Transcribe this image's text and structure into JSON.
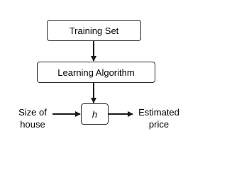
{
  "diagram": {
    "nodes": {
      "training_set": "Training Set",
      "learning_algorithm": "Learning Algorithm",
      "hypothesis": "h"
    },
    "input_label": "Size of\nhouse",
    "output_label": "Estimated\nprice",
    "edges": [
      {
        "from": "training_set",
        "to": "learning_algorithm"
      },
      {
        "from": "learning_algorithm",
        "to": "hypothesis"
      },
      {
        "from": "input_label",
        "to": "hypothesis"
      },
      {
        "from": "hypothesis",
        "to": "output_label"
      }
    ],
    "colors": {
      "stroke": "#2b2b2b",
      "arrow": "#1a1a1a",
      "background": "#ffffff"
    }
  }
}
